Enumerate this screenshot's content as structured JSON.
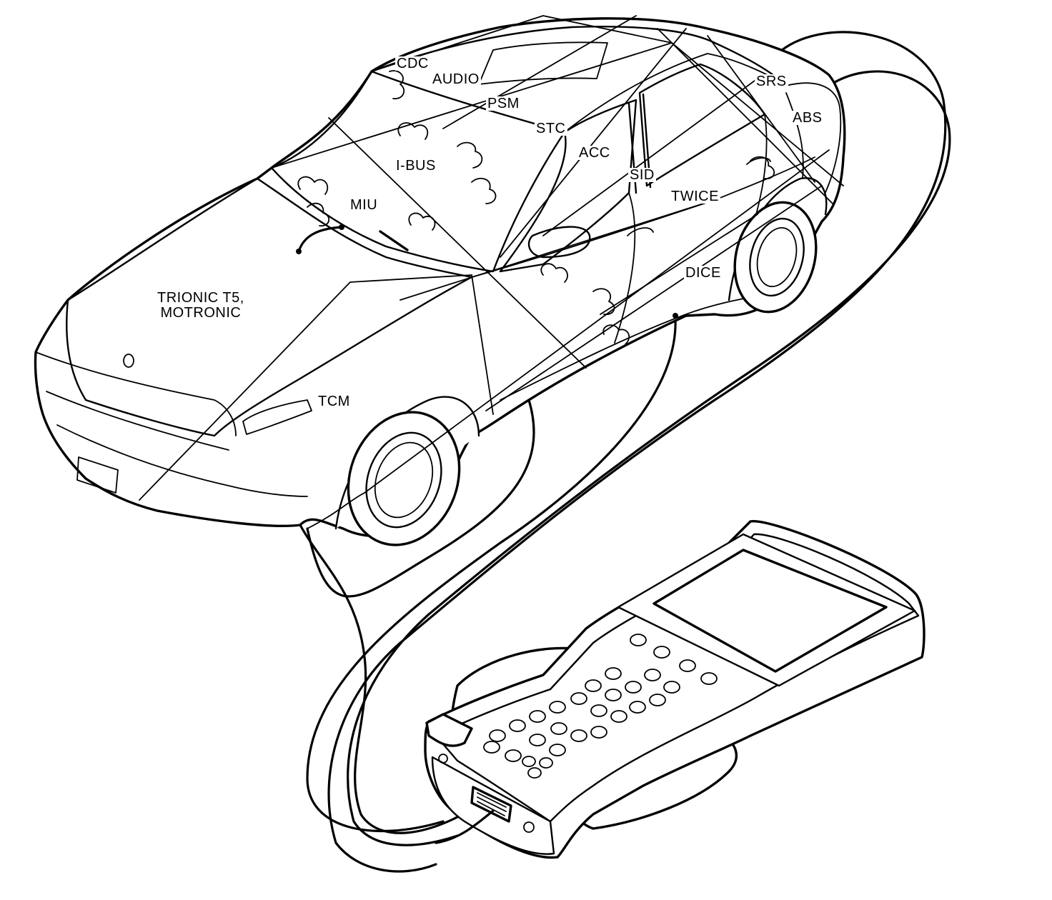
{
  "diagram": {
    "modules": {
      "cdc": "CDC",
      "audio": "AUDIO",
      "psm": "PSM",
      "stc": "STC",
      "acc": "ACC",
      "sid": "SID",
      "srs": "SRS",
      "abs": "ABS",
      "twice": "TWICE",
      "dice": "DICE",
      "ibus": "I-BUS",
      "miu": "MIU",
      "trionic_line1": "TRIONIC T5,",
      "trionic_line2": "MOTRONIC",
      "tcm": "TCM"
    }
  },
  "colors": {
    "ink": "#000000",
    "paper": "#ffffff"
  }
}
